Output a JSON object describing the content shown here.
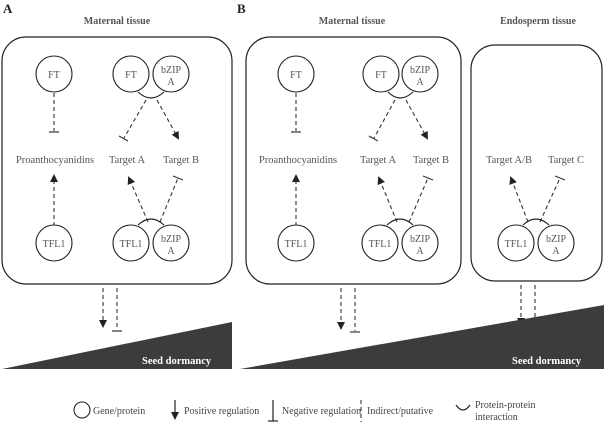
{
  "panels": {
    "a": {
      "letter": "A",
      "tissue_title": "Maternal tissue",
      "nodes": {
        "ft": "FT",
        "ft2": "FT",
        "bzip": "bZIP",
        "bzip_sub": "A",
        "tfl1": "TFL1",
        "tfl1b": "TFL1",
        "bzip2": "bZIP",
        "bzip2_sub": "A"
      },
      "targets": {
        "proanthocyanidins": "Proanthocyanidins",
        "target_a": "Target A",
        "target_b": "Target B"
      },
      "ramp_label": "Seed dormancy"
    },
    "b": {
      "letter": "B",
      "maternal_title": "Maternal tissue",
      "endosperm_title": "Endosperm tissue",
      "nodes": {
        "ft": "FT",
        "ft2": "FT",
        "bzip": "bZIP",
        "bzip_sub": "A",
        "tfl1": "TFL1",
        "tfl1b": "TFL1",
        "bzip2": "bZIP",
        "bzip2_sub": "A",
        "tfl1c": "TFL1",
        "bzip3": "bZIP",
        "bzip3_sub": "A"
      },
      "targets": {
        "proanthocyanidins": "Proanthocyanidins",
        "target_a": "Target A",
        "target_b": "Target B",
        "target_ab": "Target A/B",
        "target_c": "Target C"
      },
      "ramp_label": "Seed dormancy"
    }
  },
  "legend": {
    "gene": "Gene/protein",
    "positive": "Positive regulation",
    "negative": "Negative regulation",
    "indirect": "Indirect/putative",
    "ppi_line1": "Protein-protein",
    "ppi_line2": "interaction"
  }
}
